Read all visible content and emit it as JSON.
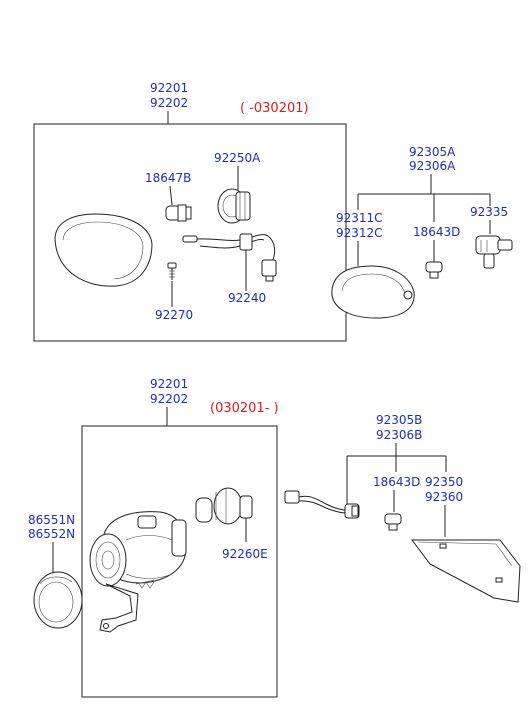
{
  "top_group": {
    "assembly_labels": [
      "92201",
      "92202"
    ],
    "date_range": "( -030201)",
    "parts": {
      "socket": "92250A",
      "bulb": "18647B",
      "harness": "92240",
      "screw": "92270"
    }
  },
  "top_side": {
    "assembly_labels": [
      "92305A",
      "92306A"
    ],
    "parts": {
      "lamp": [
        "92311C",
        "92312C"
      ],
      "bulb": "18643D",
      "socket": "92335"
    }
  },
  "bottom_group": {
    "assembly_labels": [
      "92201",
      "92202"
    ],
    "date_range": "(030201- )",
    "parts": {
      "bulb": "92260E",
      "cover": [
        "86551N",
        "86552N"
      ]
    }
  },
  "bottom_side": {
    "assembly_labels": [
      "92305B",
      "92306B"
    ],
    "parts": {
      "bulb": "18643D",
      "lamp": [
        "92350",
        "92360"
      ]
    }
  },
  "colors": {
    "label": "#1f2fb8",
    "date_range": "#e21b1b",
    "line": "#222222"
  }
}
